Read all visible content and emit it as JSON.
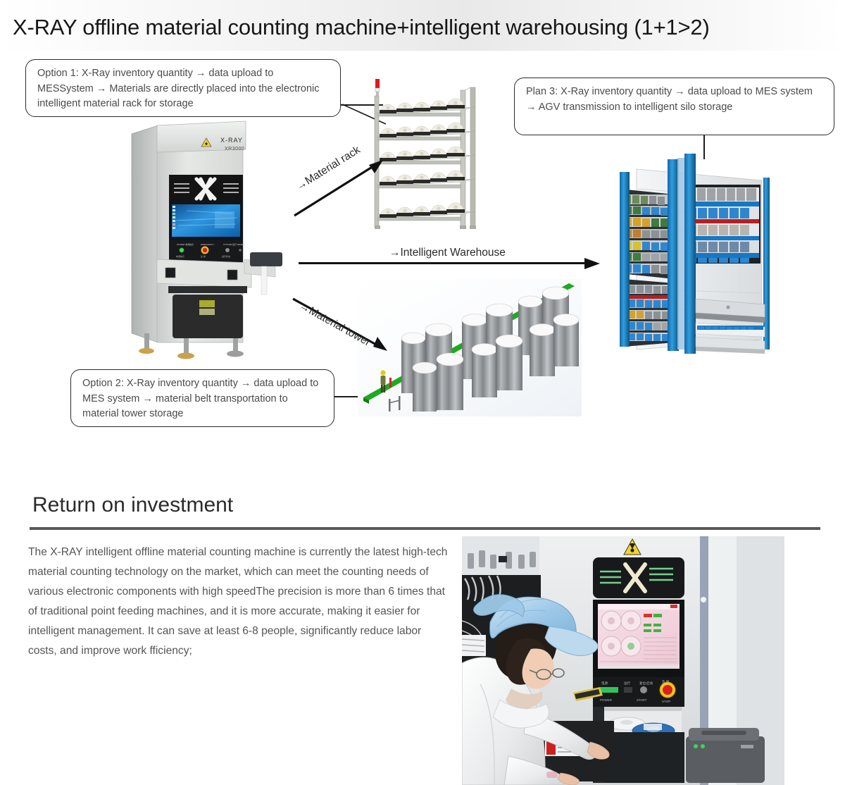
{
  "page": {
    "title": "X-RAY offline material counting machine+intelligent warehousing (1+1>2)"
  },
  "callouts": {
    "option1": "Option 1: X-Ray inventory quantity → data upload to MESSystem → Materials are directly placed into the electronic intelligent material rack for storage",
    "plan3": "Plan 3: X-Ray inventory quantity → data upload to MES system → AGV transmission to intelligent silo storage",
    "option2": "Option 2: X-Ray inventory quantity → data upload to MES system → material belt transportation to material tower storage"
  },
  "arrows": {
    "material_rack": "→Material rack",
    "intelligent_warehouse": "→Intelligent Warehouse",
    "material_tower": "→Material tower"
  },
  "machine": {
    "brand": "X-RAY",
    "model": "XR3000",
    "hazard_symbol": "radiation-warning",
    "logo": "X",
    "panel_labels": [
      "POWER / 电源指示",
      "EMERGENCY / 急停",
      "SYSTEM 运行 / 状态",
      "RESET"
    ]
  },
  "roi": {
    "heading": "Return on investment",
    "body": "The X-RAY intelligent offline material counting machine is currently the latest high-tech material counting technology on the market, which can meet the counting needs of various electronic components with high speedThe precision is more than 6 times that of traditional point feeding machines, and it is more accurate, making it easier for intelligent management. It can save at least 6-8 people, significantly reduce labor costs, and improve work fficiency;"
  },
  "photo": {
    "description": "Operator in white cleanroom coat and blue cap using the X-RAY counting machine",
    "screen_logo": "X",
    "hazard_symbol": "radiation-warning"
  },
  "colors": {
    "title_text": "#171717",
    "callout_border": "#2b2b2b",
    "body_text": "#555555",
    "rule": "#595959",
    "warehouse_blue": "#1a7fc4",
    "belt_green": "#1faa1f",
    "estop_red": "#d81f1f",
    "hazard_yellow": "#f2d32a",
    "screen_blue": "#1a7fd6"
  }
}
